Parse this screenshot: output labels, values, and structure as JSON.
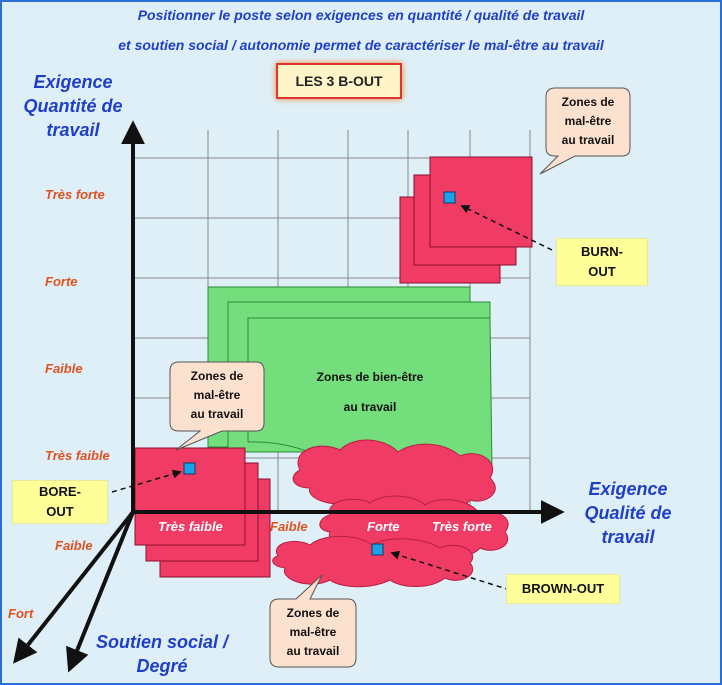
{
  "title_line1": "Positionner le poste selon exigences en quantité / qualité de travail",
  "title_line2": "et soutien social / autonomie permet de caractériser le mal-être au travail",
  "badge": "LES 3 B-OUT",
  "y_axis": {
    "line1": "Exigence",
    "line2": "Quantité de",
    "line3": "travail",
    "ticks": [
      "Très forte",
      "Forte",
      "Faible",
      "Très faible"
    ]
  },
  "x_axis": {
    "line1": "Exigence",
    "line2": "Qualité de",
    "line3": "travail",
    "ticks": [
      "Très faible",
      "Faible",
      "Forte",
      "Très forte"
    ]
  },
  "z_axis": {
    "line1": "Soutien social  /",
    "line2": "Degré",
    "ticks": [
      "Faible",
      "Fort"
    ]
  },
  "green_zone": {
    "line1": "Zones de bien-être",
    "line2": "au travail"
  },
  "callout_burn": {
    "line1": "Zones de",
    "line2": "mal-être",
    "line3": "au travail"
  },
  "callout_bore": {
    "line1": "Zones de",
    "line2": "mal-être",
    "line3": "au travail"
  },
  "callout_brown": {
    "line1": "Zones de",
    "line2": "mal-être",
    "line3": "au travail"
  },
  "label_burn": {
    "line1": "BURN-",
    "line2": "OUT"
  },
  "label_bore": {
    "line1": "BORE-",
    "line2": "OUT"
  },
  "label_brown": "BROWN-OUT",
  "colors": {
    "border": "#2a6fd6",
    "background": "#dfeff8",
    "title": "#1f3fc8",
    "tick": "#e0521e",
    "red_zone": "#f03c64",
    "green_zone": "#74dd7c",
    "marker": "#1aa3e8"
  }
}
